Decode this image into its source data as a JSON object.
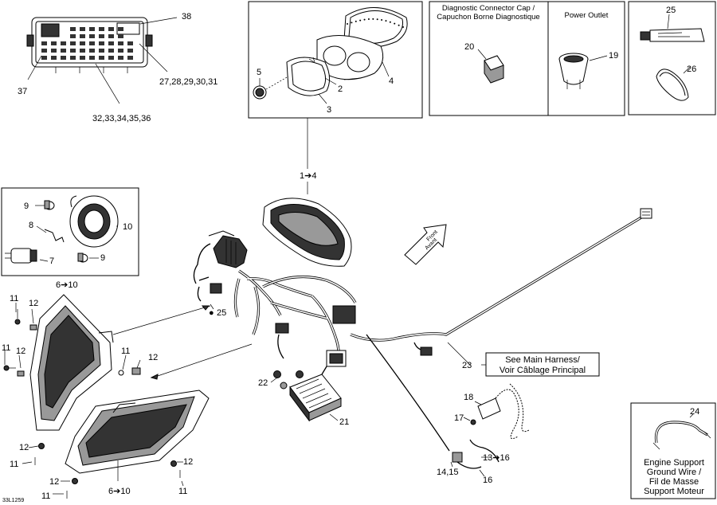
{
  "callouts": {
    "c38": "38",
    "c37": "37",
    "c27_31": "27,28,29,30,31",
    "c32_36": "32,33,34,35,36",
    "c5": "5",
    "c2": "2",
    "c3": "3",
    "c4": "4",
    "c1to4": "1➔4",
    "c9a": "9",
    "c10": "10",
    "c8": "8",
    "c7": "7",
    "c9b": "9",
    "c6to10a": "6➔10",
    "c11a": "11",
    "c12a": "12",
    "c11b": "11",
    "c12b": "12",
    "c11c": "11",
    "c12c": "12",
    "c25drop": "25",
    "c20": "20",
    "c19": "19",
    "c25": "25",
    "c26": "26",
    "c23": "23",
    "c22": "22",
    "c21": "21",
    "c18": "18",
    "c17": "17",
    "c13to16": "13➔16",
    "c14_15": "14,15",
    "c16": "16",
    "c24": "24",
    "c12d": "12",
    "c11d": "11",
    "c12e": "12",
    "c11e": "11",
    "c12f": "12",
    "c11f": "11",
    "c6to10b": "6➔10",
    "code": "33L1259"
  },
  "boxes": {
    "diag_title_1": "Diagnostic Connector Cap /",
    "diag_title_2": "Capuchon Borne Diagnostique",
    "power_outlet": "Power Outlet",
    "main_harness_1": "See Main Harness/",
    "main_harness_2": "Voir Câblage Principal",
    "engine_1": "Engine Support",
    "engine_2": "Ground Wire /",
    "engine_3": "Fil de Masse",
    "engine_4": "Support Moteur"
  },
  "arrow": {
    "front_1": "Front",
    "front_2": "Avant"
  }
}
